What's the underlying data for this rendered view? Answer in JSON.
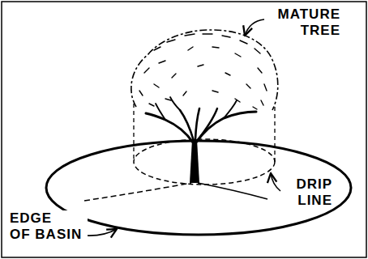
{
  "diagram": {
    "labels": [
      "MATURE TREE",
      "DRIP LINE",
      "EDGE OF BASIN"
    ]
  }
}
